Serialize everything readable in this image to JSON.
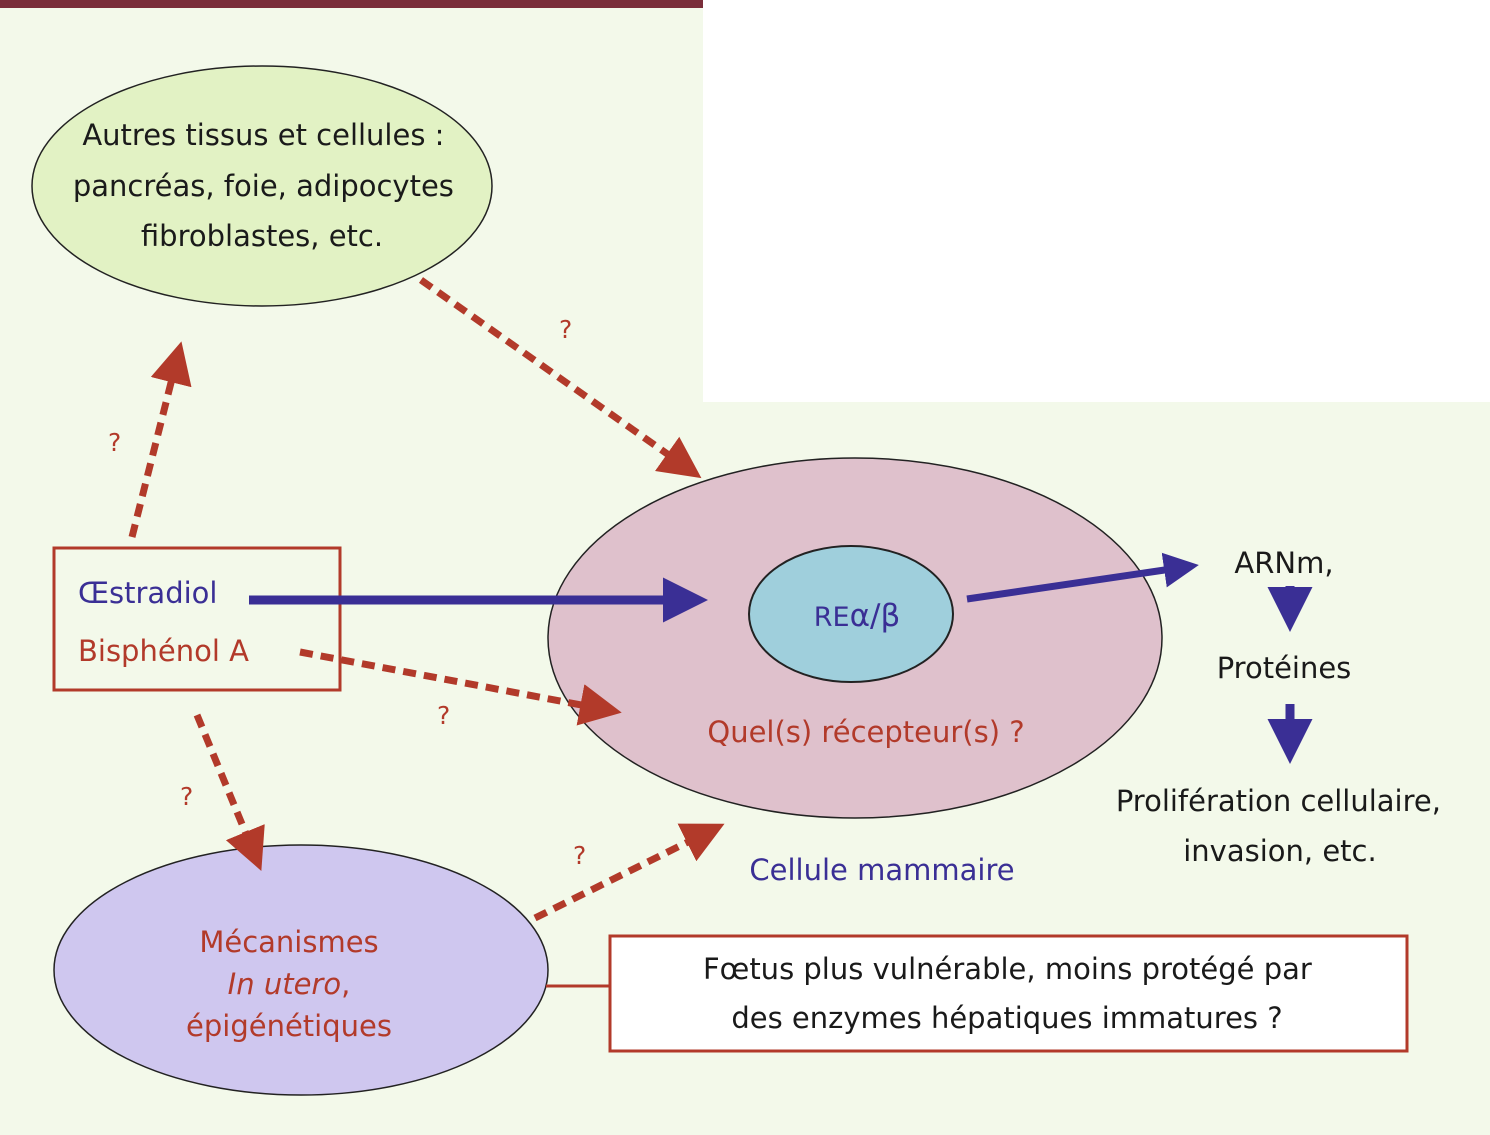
{
  "colors": {
    "background": "#f3f9ea",
    "top_bar": "#7a2e3a",
    "blue": "#3a2f95",
    "red": "#b23a2a",
    "black": "#1a1a1a",
    "ellipse_green": "#e2f2c4",
    "ellipse_pink": "#dfc1cc",
    "ellipse_cyan": "#9fcfdc",
    "ellipse_lavender": "#cfc7ef"
  },
  "nodes": {
    "autres_tissus": {
      "line1": "Autres tissus et cellules :",
      "line2": "pancréas, foie, adipocytes",
      "line3": "fibroblastes, etc."
    },
    "compounds": {
      "oestradiol": "Œstradiol",
      "bisphenol": "Bisphénol A"
    },
    "receptor": {
      "prefix": "RE",
      "alpha": "α",
      "sep": "/",
      "beta": "β"
    },
    "quel_recepteur": "Quel(s) récepteur(s) ?",
    "cellule_mammaire": "Cellule mammaire",
    "mecanismes": {
      "line1": "Mécanismes",
      "line2_italic": "In utero",
      "line2_end": ",",
      "line3": "épigénétiques"
    },
    "foetus": {
      "line1": "Fœtus plus vulnérable, moins protégé par",
      "line2": "des enzymes hépatiques immatures ?"
    },
    "pathway": {
      "arnm": "ARNm,",
      "proteines": "Protéines",
      "proliferation_line1": "Prolifération cellulaire,",
      "proliferation_line2": "invasion, etc."
    }
  },
  "question_marks": {
    "to_autres_tissus": "?",
    "from_autres_tissus": "?",
    "bisphenol_to_cell": "?",
    "to_mecanismes": "?",
    "mecanismes_to_cell": "?"
  }
}
